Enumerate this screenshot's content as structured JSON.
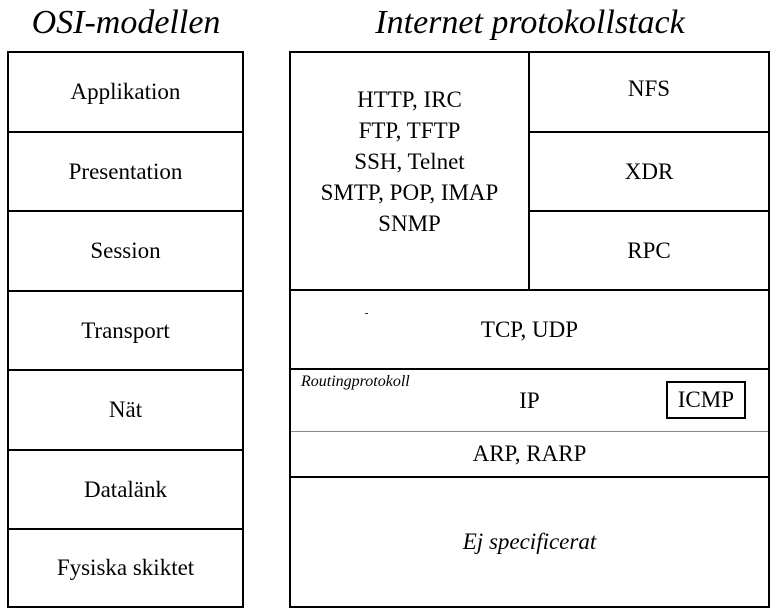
{
  "osi": {
    "title": "OSI-modellen",
    "layers": [
      "Applikation",
      "Presentation",
      "Session",
      "Transport",
      "Nät",
      "Datalänk",
      "Fysiska skiktet"
    ]
  },
  "internet": {
    "title": "Internet protokollstack",
    "application_protocols": [
      "HTTP, IRC",
      "FTP, TFTP",
      "SSH, Telnet",
      "SMTP, POP, IMAP",
      "SNMP"
    ],
    "nfs": "NFS",
    "xdr": "XDR",
    "rpc": "RPC",
    "transport": "TCP, UDP",
    "routing_label": "Routingprotokoll",
    "network": "IP",
    "icmp": "ICMP",
    "link": "ARP, RARP",
    "physical": "Ej specificerat"
  }
}
